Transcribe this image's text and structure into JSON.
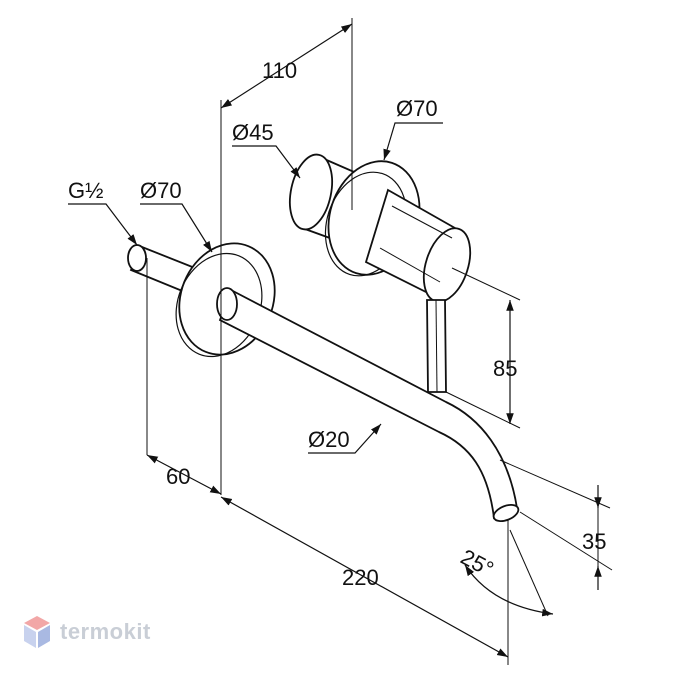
{
  "labels": {
    "thread": "G½",
    "flange_dia_left": "Ø70",
    "flange_dia_right": "Ø70",
    "body_dia": "Ø45",
    "spout_dia": "Ø20",
    "dim_110": "110",
    "dim_60": "60",
    "dim_220": "220",
    "dim_85": "85",
    "dim_35": "35",
    "angle": "25°"
  },
  "watermark": {
    "brand": "termokit",
    "colors": {
      "logo_top": "#f2a7a7",
      "logo_bottom": "#b8c7e8",
      "text": "#c9ced6"
    }
  }
}
